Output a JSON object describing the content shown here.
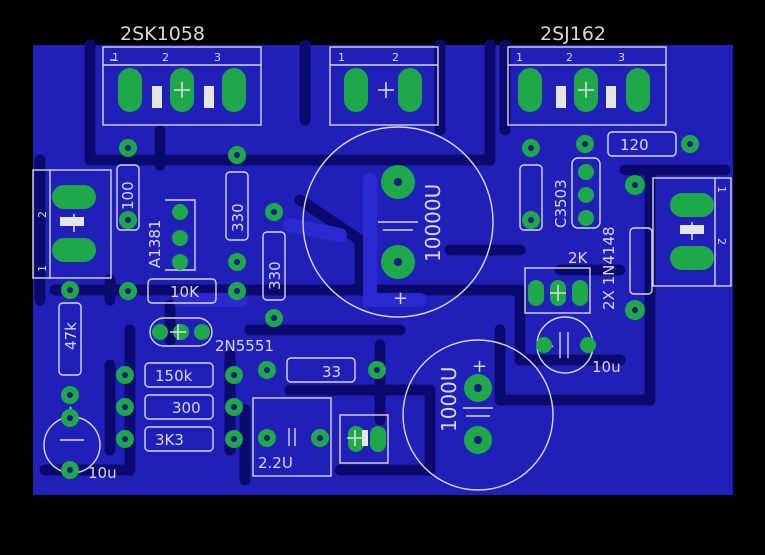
{
  "colors": {
    "background": "#000000",
    "board": "#2020b8",
    "trace": "#0a0a6e",
    "pad": "#1ea84a",
    "silkscreen": "#d8d8d8"
  },
  "labels": {
    "q_left": "2SK1058",
    "q_right": "2SJ162",
    "pin1": "1",
    "pin2": "2",
    "pin3": "3",
    "r100": "100",
    "a1381": "A1381",
    "r330a": "330",
    "r330b": "330",
    "r10k": "10K",
    "r47k": "47k",
    "q2n5551": "2N5551",
    "r150k": "150k",
    "r300": "300",
    "r3k3": "3K3",
    "r33": "33",
    "c2u2": "2.2U",
    "c10u_left": "10u",
    "c10000u": "10000U",
    "c1000u": "1000U",
    "r120": "120",
    "c3503": "C3503",
    "d2k": "2K",
    "diodes": "2X 1N4148",
    "c10u_right": "10u"
  }
}
